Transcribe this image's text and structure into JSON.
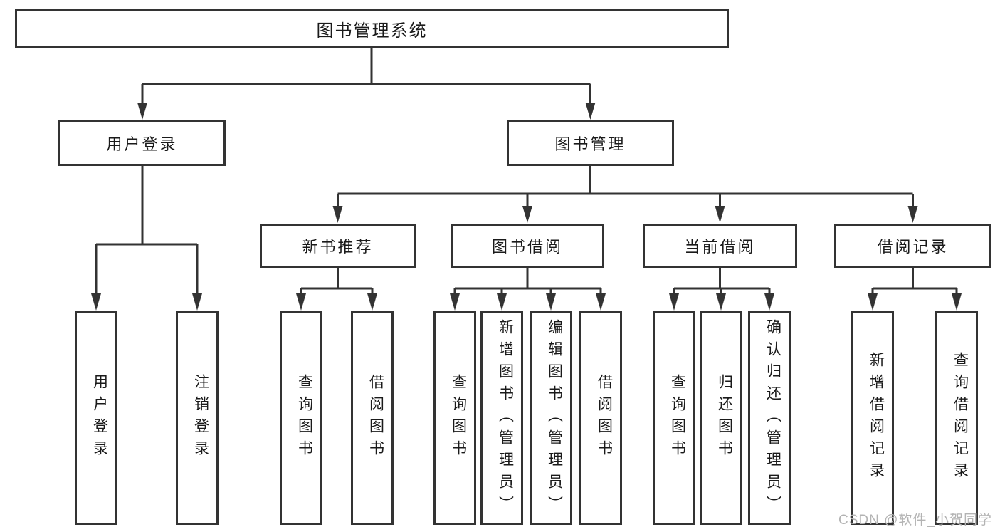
{
  "diagram": {
    "root": {
      "label": "图书管理系统"
    },
    "level2": [
      {
        "label": "用户登录"
      },
      {
        "label": "图书管理"
      }
    ],
    "level3": [
      {
        "label": "新书推荐"
      },
      {
        "label": "图书借阅"
      },
      {
        "label": "当前借阅"
      },
      {
        "label": "借阅记录"
      }
    ],
    "leaves": {
      "user_login": [
        "用户登录",
        "注销登录"
      ],
      "new_book": [
        "查询图书",
        "借阅图书"
      ],
      "book_borrow": [
        "查询图书",
        "新增图书（管理员）",
        "编辑图书（管理员）",
        "借阅图书"
      ],
      "current_borrow": [
        "查询图书",
        "归还图书",
        "确认归还（管理员）"
      ],
      "borrow_record": [
        "新增借阅记录",
        "查询借阅记录"
      ]
    },
    "colors": {
      "line": "#333333",
      "text": "#1a1a1a",
      "watermark_text": "#b3b3b3",
      "background": "#ffffff"
    }
  },
  "watermark": {
    "text": "CSDN @软件_小贺同学"
  }
}
